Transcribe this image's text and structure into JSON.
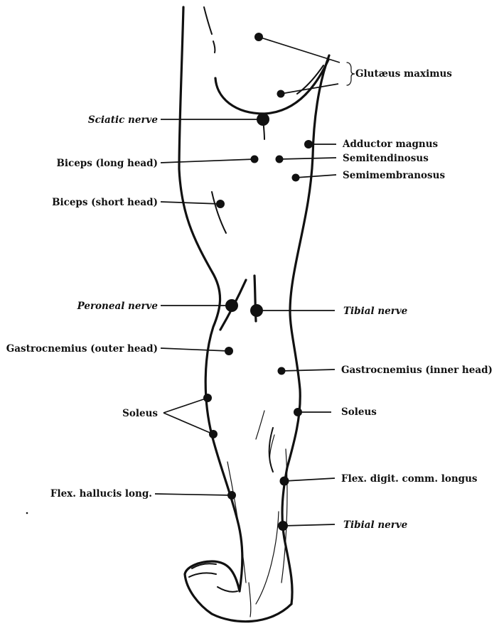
{
  "diagram": {
    "labels": {
      "gluteus_maximus": "Glutæus maximus",
      "sciatic_nerve": "Sciatic nerve",
      "adductor_magnus": "Adductor magnus",
      "biceps_long_head": "Biceps (long head)",
      "semitendinosus": "Semitendinosus",
      "semimembranosus": "Semimembranosus",
      "biceps_short_head": "Biceps (short head)",
      "peroneal_nerve": "Peroneal nerve",
      "tibial_nerve_knee": "Tibial nerve",
      "gastrocnemius_outer": "Gastrocnemius (outer head)",
      "gastrocnemius_inner": "Gastrocnemius (inner head)",
      "soleus_left": "Soleus",
      "soleus_right": "Soleus",
      "flex_digit_comm_longus": "Flex. digit. comm. longus",
      "flex_hallucis_long": "Flex. hallucis long.",
      "tibial_nerve_ankle": "Tibial nerve"
    }
  }
}
